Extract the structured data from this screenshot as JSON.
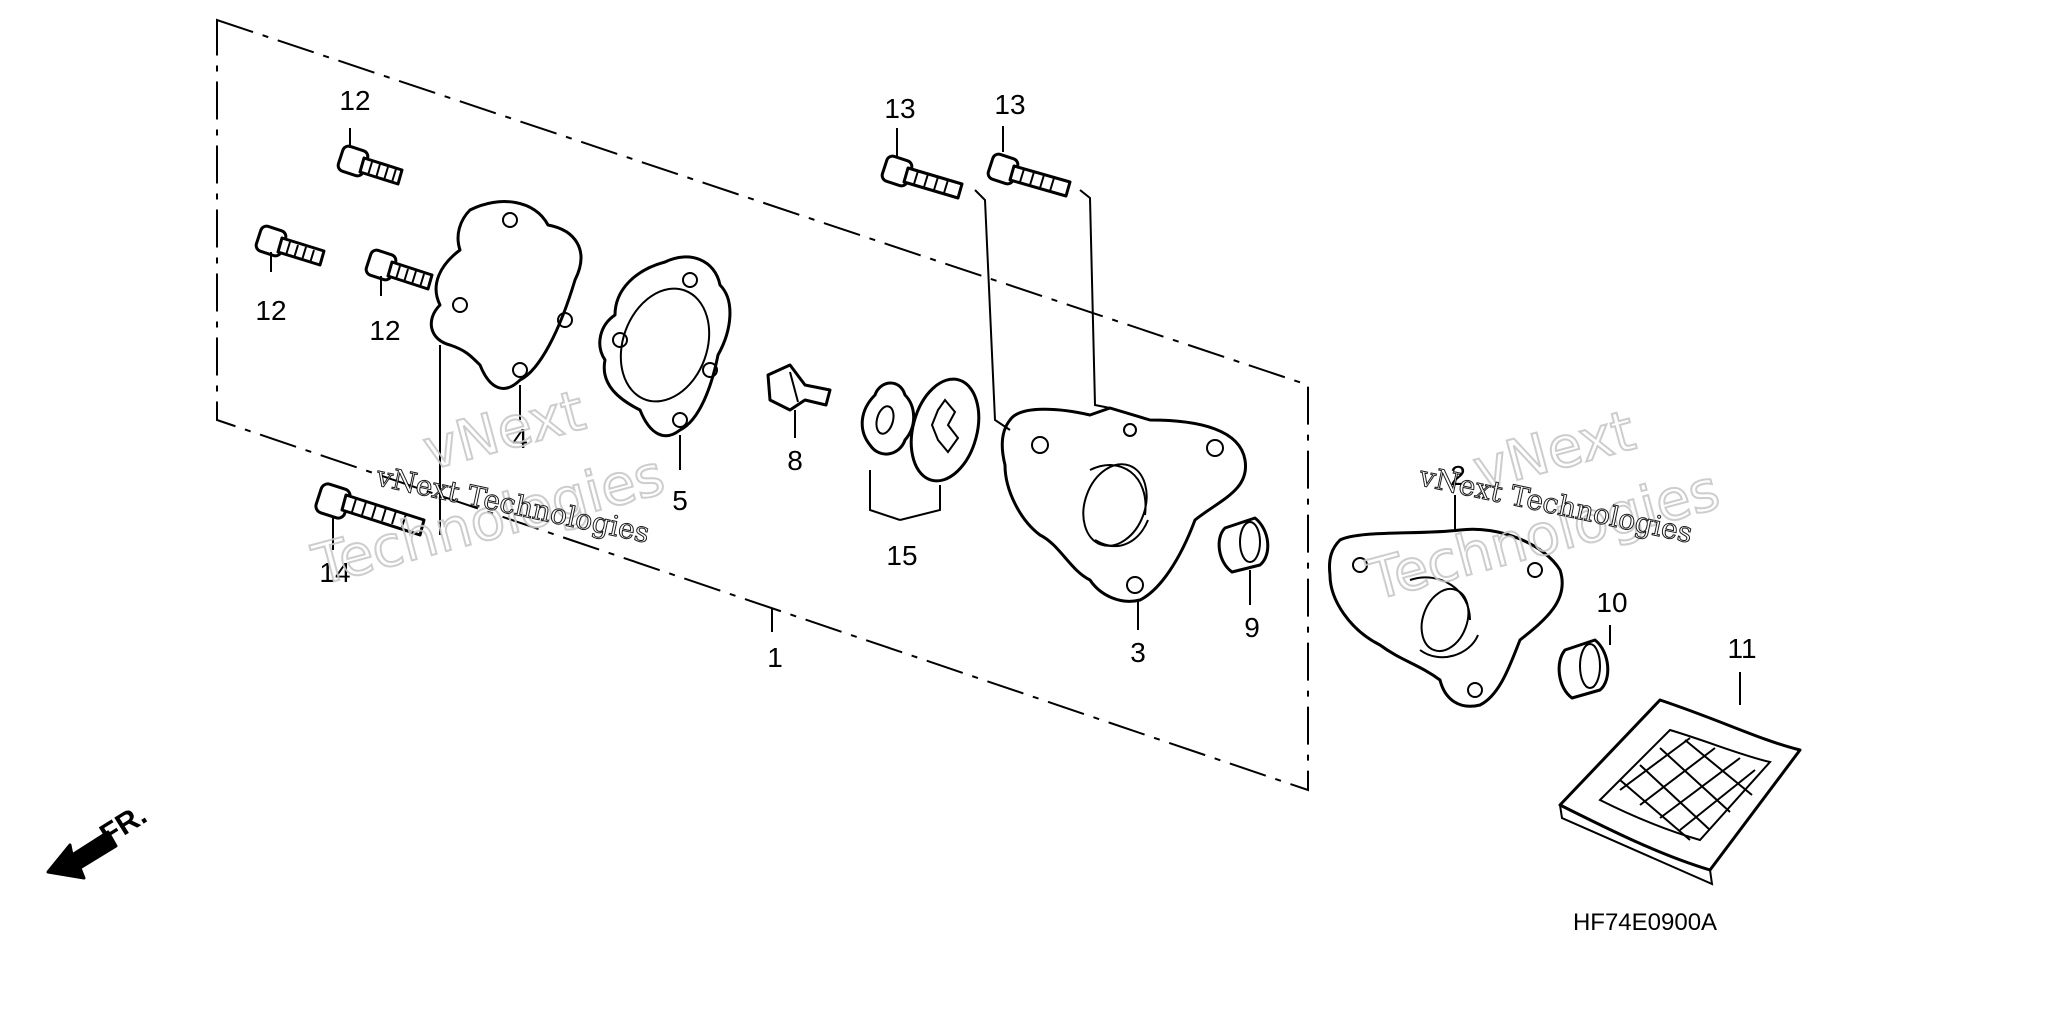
{
  "diagram": {
    "callouts": [
      "12",
      "12",
      "12",
      "13",
      "13",
      "4",
      "5",
      "8",
      "15",
      "3",
      "9",
      "14",
      "1",
      "2",
      "10",
      "11"
    ],
    "diagram_code": "HF74E0900A",
    "direction_label": "FR."
  },
  "watermark": {
    "line_small": "vNext Technologies",
    "line_big_1": "vNext",
    "line_big_2": "Technologies"
  }
}
